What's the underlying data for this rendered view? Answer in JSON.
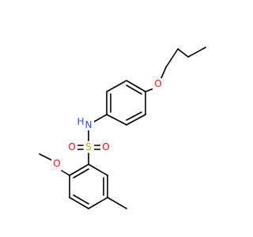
{
  "molecule": {
    "atom_colors": {
      "O": "#ff0d0d",
      "N": "#3050f8",
      "S": "#c8a800",
      "H": "#3050f8"
    },
    "atoms": [
      {
        "id": "o_butoxy",
        "text": "O",
        "element": "O"
      },
      {
        "id": "n_h",
        "text": "H",
        "element": "H"
      },
      {
        "id": "n_amine",
        "text": "N",
        "element": "N"
      },
      {
        "id": "o_s_left",
        "text": "O",
        "element": "O"
      },
      {
        "id": "s_sulfonyl",
        "text": "S",
        "element": "S"
      },
      {
        "id": "o_s_right",
        "text": "O",
        "element": "O"
      },
      {
        "id": "o_methoxy",
        "text": "O",
        "element": "O"
      }
    ]
  }
}
